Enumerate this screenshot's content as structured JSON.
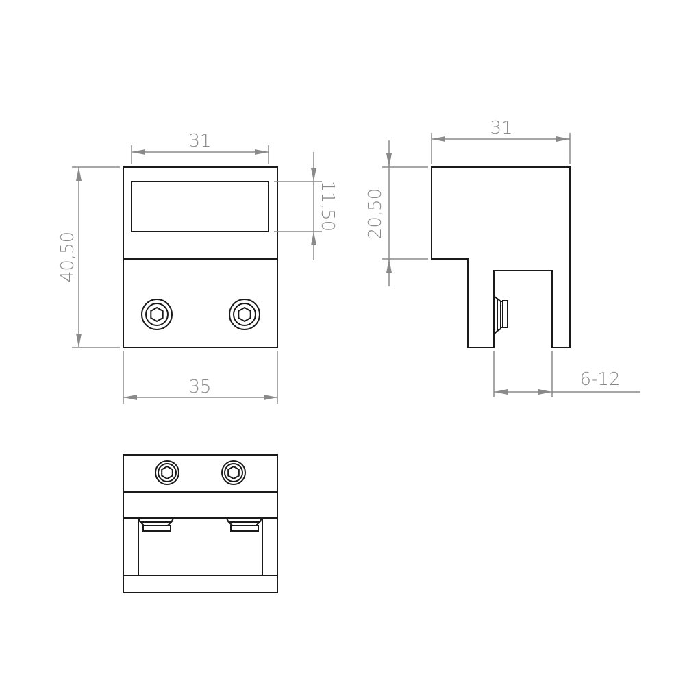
{
  "front_view": {
    "dim_top_width": "31",
    "dim_height": "40,50",
    "dim_bottom_width": "35",
    "dim_slot_height": "11,50"
  },
  "side_view": {
    "dim_top_width": "31",
    "dim_upper_height": "20,50",
    "dim_glass_thickness": "6-12"
  },
  "colors": {
    "outline": "#1a1a1a",
    "dimension": "#8a8a8a"
  }
}
